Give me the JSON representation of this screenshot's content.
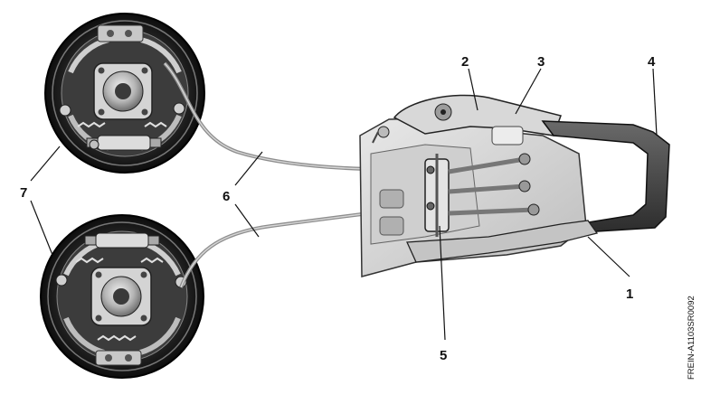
{
  "figure": {
    "reference_code": "FREIN-A1103SR0092",
    "callouts": [
      {
        "id": "1",
        "label": "1"
      },
      {
        "id": "2",
        "label": "2"
      },
      {
        "id": "3",
        "label": "3"
      },
      {
        "id": "4",
        "label": "4"
      },
      {
        "id": "5",
        "label": "5"
      },
      {
        "id": "6a",
        "label": "6"
      },
      {
        "id": "6b",
        "label": "6"
      },
      {
        "id": "7a",
        "label": "7"
      },
      {
        "id": "7b",
        "label": "7"
      }
    ]
  },
  "colors": {
    "drum_dark": "#1c1c1c",
    "metal_light": "#d9d9d9",
    "metal_mid": "#9a9a9a",
    "cable": "#8e8e8e",
    "lever_dark": "#3a3a3a"
  }
}
